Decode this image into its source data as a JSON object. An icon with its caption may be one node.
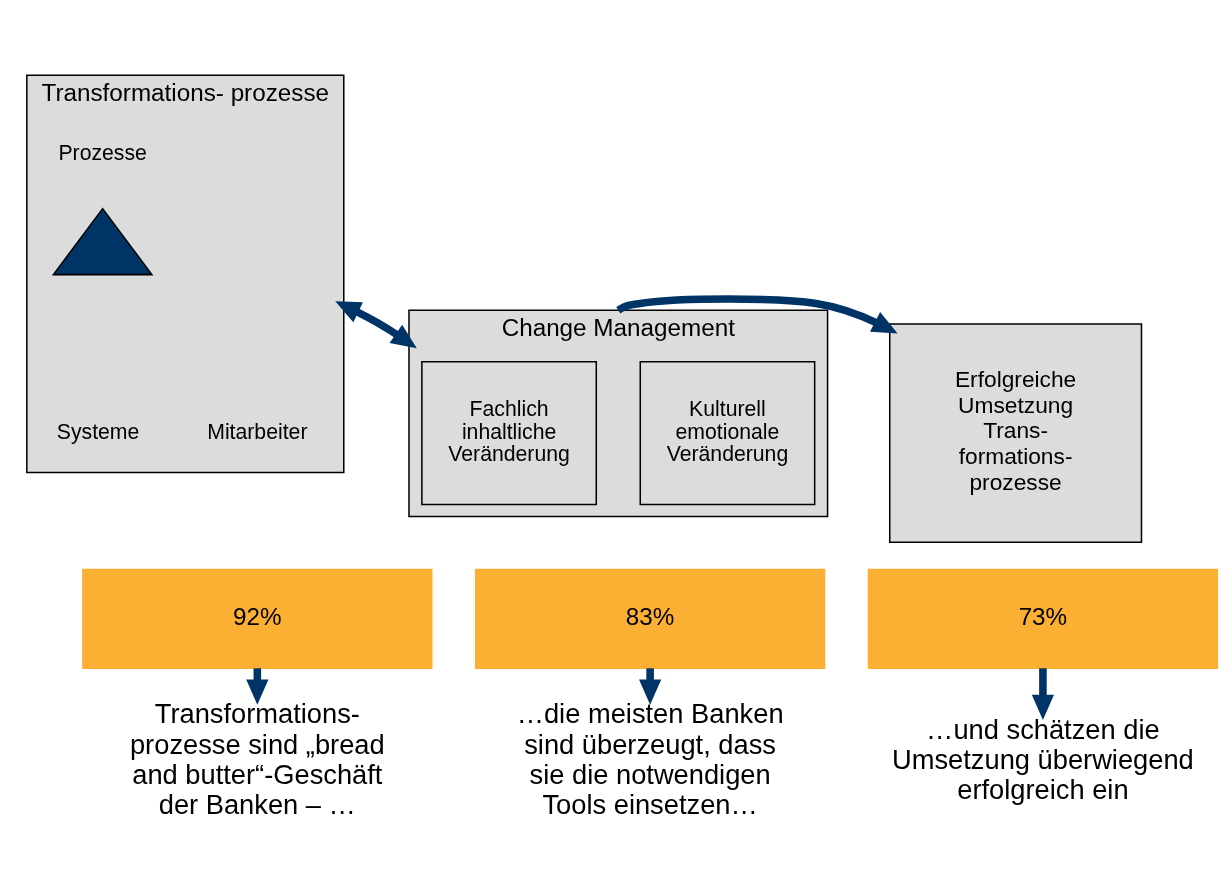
{
  "diagram": {
    "nodes": [
      {
        "text": [
          "Transformations- prozesse"
        ]
      },
      {
        "text": [],
        "shape": "triangle",
        "in": 0,
        "beside": [
          "Prozesse",
          "Systeme",
          "Mitarbeiter"
        ]
      },
      {
        "text": [
          "Change Management"
        ]
      },
      {
        "text": [
          "Fachlich inhaltliche Veränderung"
        ],
        "in": 2
      },
      {
        "text": [
          "Kulturell emotionale Veränderung"
        ],
        "in": 2
      },
      {
        "text": [
          "Erfolgreiche Umsetzung Trans- formations- prozesse"
        ]
      },
      {
        "text": [
          "92%"
        ]
      },
      {
        "text": [
          "83%"
        ]
      },
      {
        "text": [
          "73%"
        ]
      },
      {
        "text": [
          "Transformations- prozesse sind „bread and butter“-Geschäft der Banken – …"
        ]
      },
      {
        "text": [
          "…die meisten Banken sind überzeugt, dass sie die notwendigen Tools einsetzen…"
        ]
      },
      {
        "text": [
          "…und schätzen die Umsetzung überwiegend erfolgreich ein"
        ]
      }
    ],
    "edges": [
      {
        "from": 0,
        "to": 2,
        "arrow": "both"
      },
      {
        "from": 2,
        "to": 5,
        "arrow": "to"
      },
      {
        "from": 6,
        "to": 9,
        "arrow": "to"
      },
      {
        "from": 7,
        "to": 10,
        "arrow": "to"
      },
      {
        "from": 8,
        "to": 11,
        "arrow": "to"
      }
    ]
  }
}
